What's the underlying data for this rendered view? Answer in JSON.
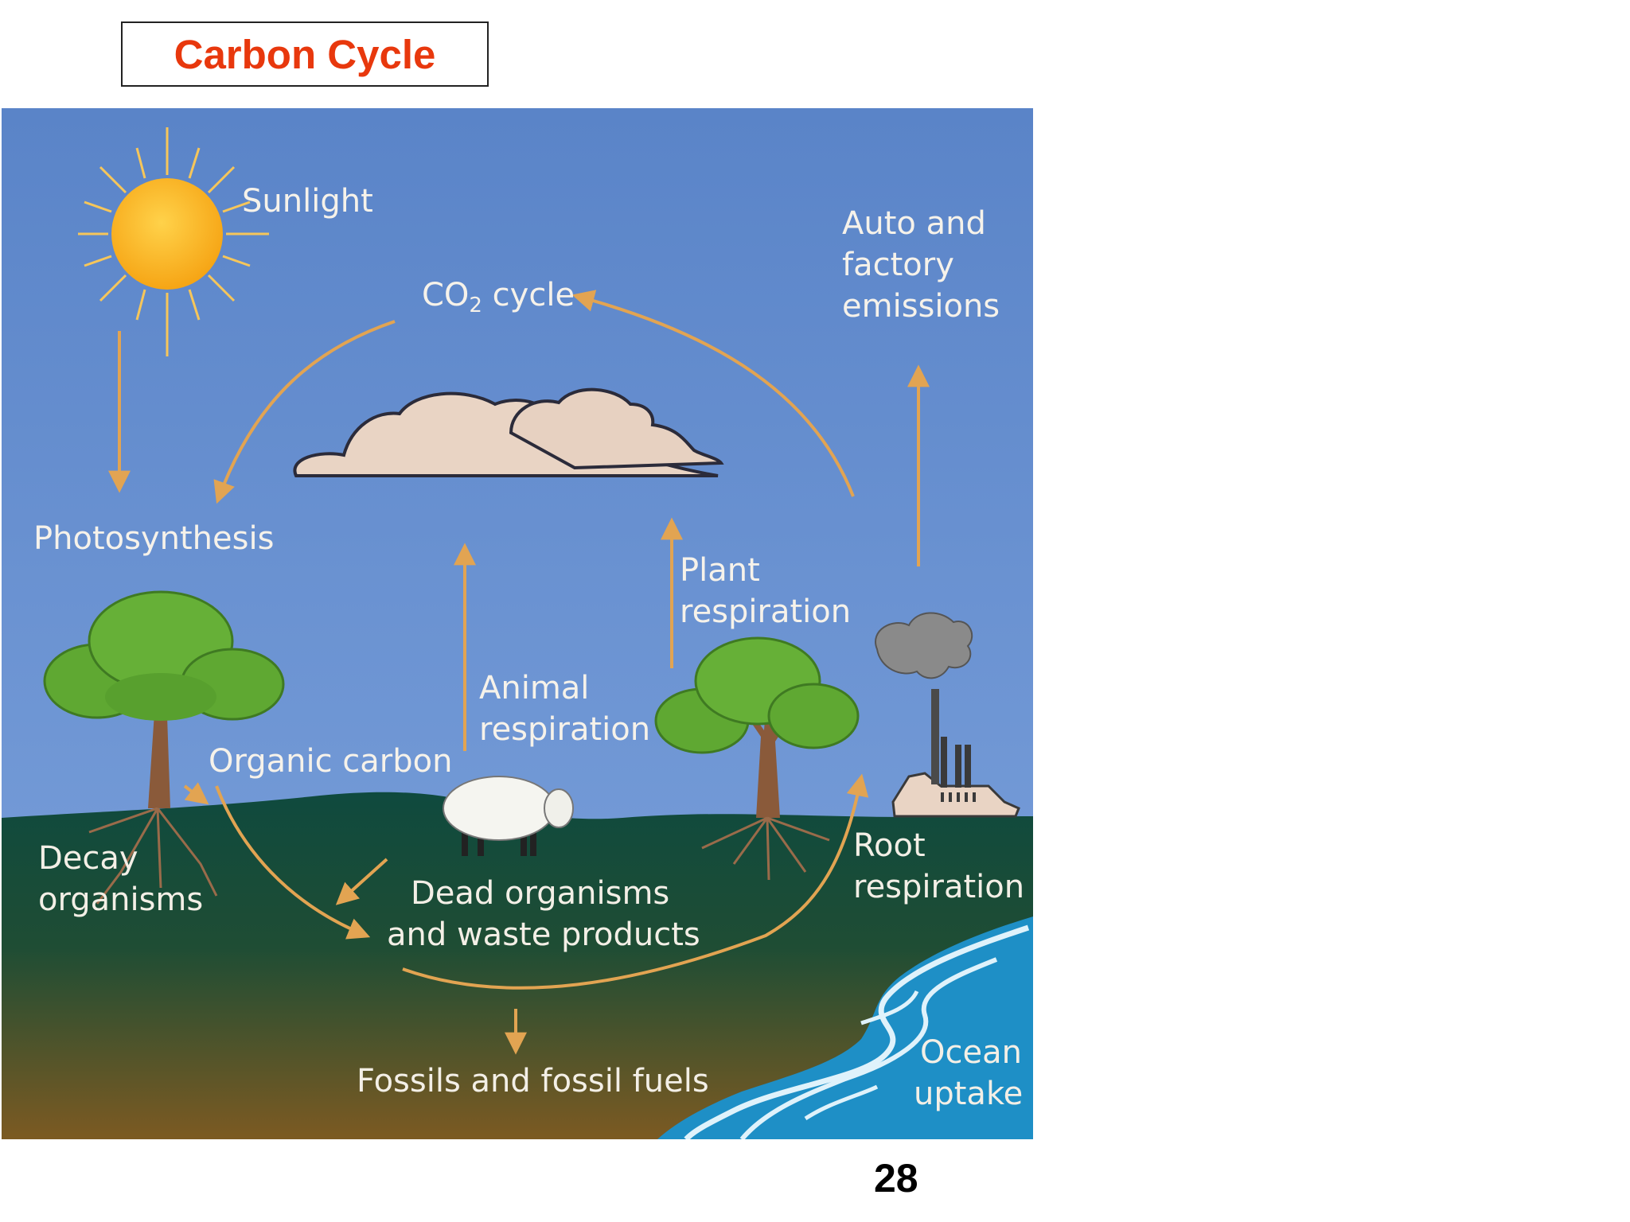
{
  "title": "Carbon Cycle",
  "page_number": "28",
  "labels": {
    "sunlight": "Sunlight",
    "co2_cycle_prefix": "CO",
    "co2_cycle_sub": "2",
    "co2_cycle_suffix": " cycle",
    "auto_line1": "Auto  and",
    "auto_line2": "factory",
    "auto_line3": "emissions",
    "photosynthesis": "Photosynthesis",
    "plant_resp_line1": "Plant",
    "plant_resp_line2": "respiration",
    "animal_resp_line1": "Animal",
    "animal_resp_line2": "respiration",
    "organic_carbon": "Organic  carbon",
    "decay_line1": "Decay",
    "decay_line2": "organisms",
    "dead_line1": "Dead  organisms",
    "dead_line2": "and  waste  products",
    "root_line1": "Root",
    "root_line2": "respiration",
    "fossils": "Fossils  and  fossil  fuels",
    "ocean_line1": "Ocean",
    "ocean_line2": "uptake"
  },
  "colors": {
    "title": "#e8380d",
    "sky_top": "#5b85c9",
    "sky_bottom": "#6e96d4",
    "ground_top": "#0f4a3d",
    "ground_bottom": "#7b5a24",
    "arrow": "#e2a452",
    "ocean": "#1e8fc6",
    "sun": "#f7b21d",
    "cloud": "#e9d4c4",
    "tree_leaves": "#5fa832",
    "trunk": "#8a5a3a"
  },
  "icons": [
    "sun-icon",
    "cloud-icon",
    "tree-icon",
    "sheep-icon",
    "factory-icon",
    "ocean-icon"
  ]
}
